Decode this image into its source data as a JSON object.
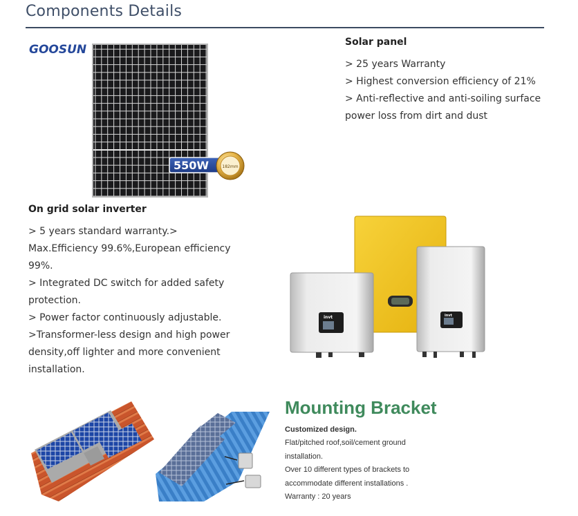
{
  "section_title": "Components Details",
  "solar_panel": {
    "brand": "GOOSUN",
    "badge_power": "550W",
    "badge_size": "182mm",
    "heading": "Solar panel",
    "lines": [
      "> 25 years Warranty",
      "> Highest conversion efficiency of 21%",
      "> Anti-reflective and anti-soiling surface",
      "power loss from dirt and dust"
    ]
  },
  "inverter": {
    "heading": "On grid solar inverter",
    "lines": [
      "> 5 years standard warranty.>",
      "Max.Efficiency 99.6%,European efficiency",
      "99%.",
      "> Integrated DC switch for added safety",
      "protection.",
      "> Power factor continuously adjustable.",
      ">Transformer-less design and high power",
      "density,off lighter and more convenient",
      "installation."
    ],
    "logo": "invt"
  },
  "bracket": {
    "title": "Mounting Bracket",
    "subtitle": "Customized design.",
    "lines": [
      "Flat/pitched roof,soil/cement ground",
      "installation.",
      "Over 10 different types of brackets to",
      "accommodate different installations .",
      "Warranty : 20 years"
    ]
  },
  "colors": {
    "title": "#3f4f68",
    "rule": "#3b4a61",
    "bracket_title": "#3f8a5c",
    "panel": "#1c1c1e",
    "inverter_yellow": "#f2c21b"
  }
}
